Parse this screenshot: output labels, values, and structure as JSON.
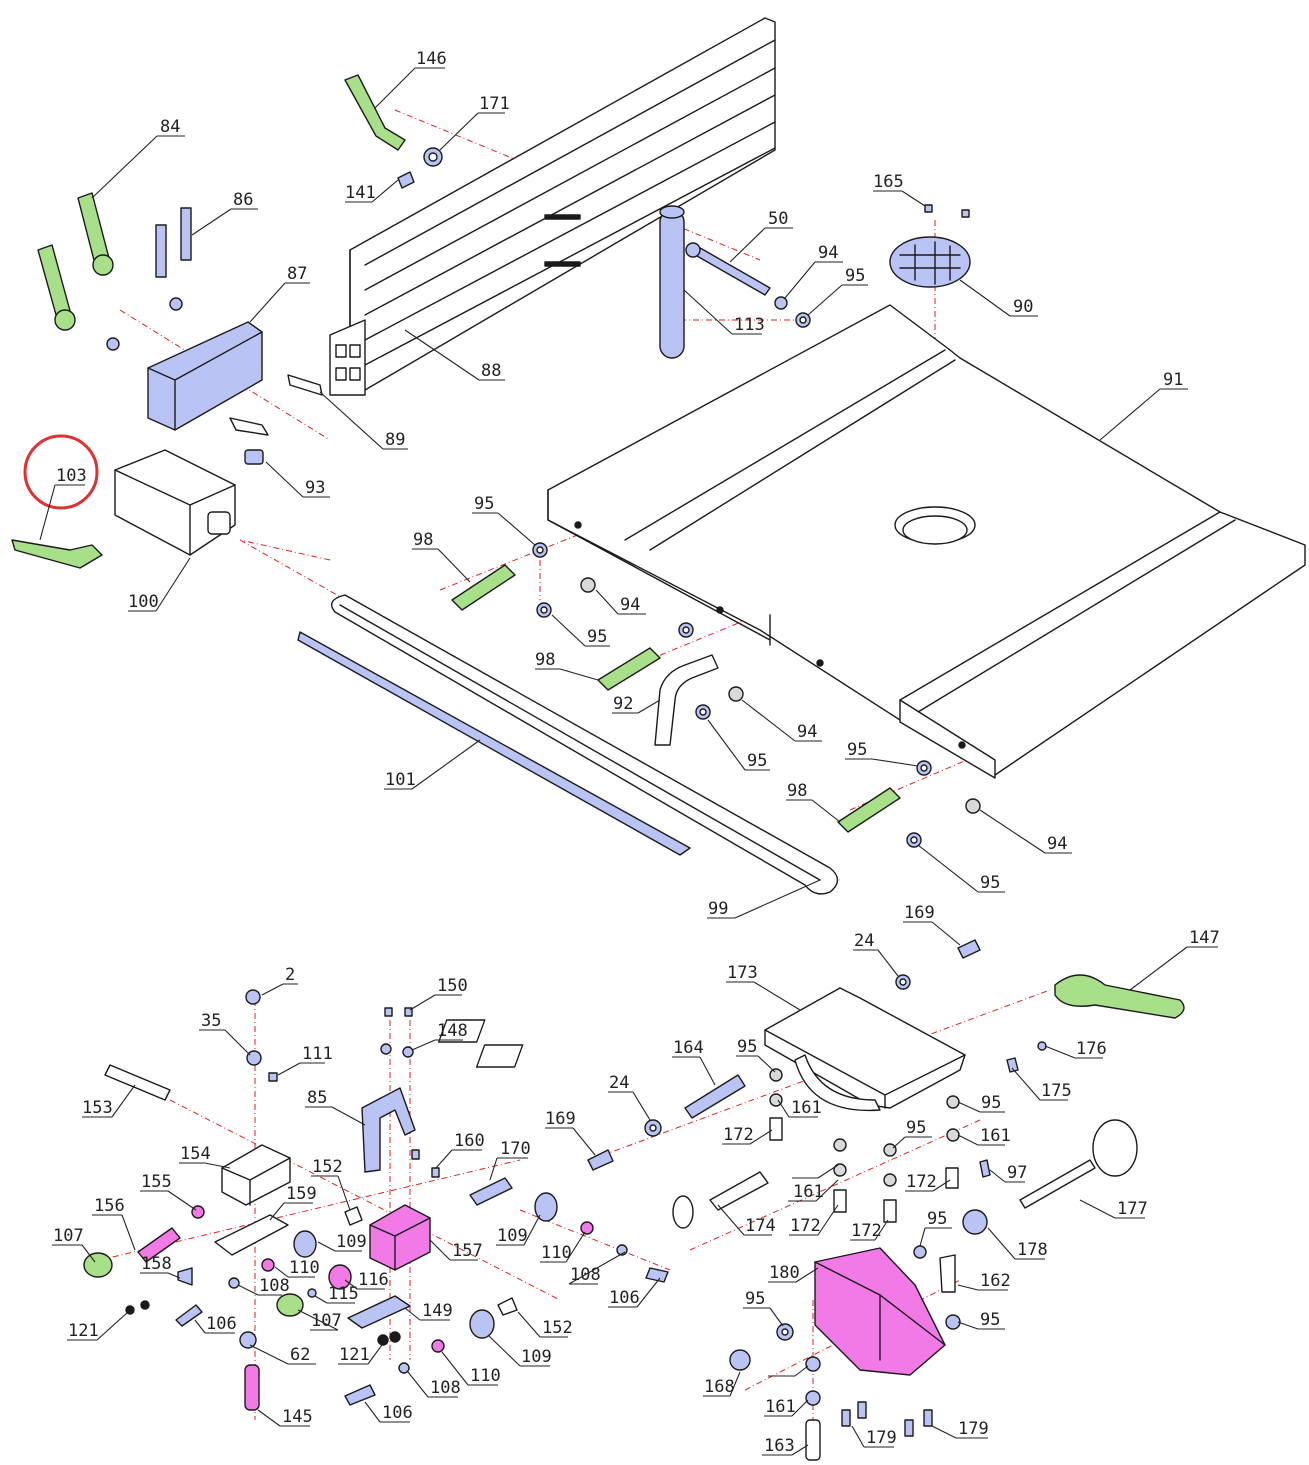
{
  "callouts": [
    "146",
    "171",
    "84",
    "141",
    "86",
    "50",
    "165",
    "94",
    "87",
    "95",
    "90",
    "113",
    "88",
    "91",
    "89",
    "103",
    "93",
    "95",
    "98",
    "100",
    "94",
    "95",
    "98",
    "92",
    "94",
    "95",
    "101",
    "95",
    "98",
    "94",
    "95",
    "99",
    "169",
    "24",
    "147",
    "2",
    "150",
    "173",
    "35",
    "148",
    "111",
    "164",
    "95",
    "176",
    "85",
    "175",
    "153",
    "24",
    "169",
    "161",
    "95",
    "172",
    "160",
    "161",
    "154",
    "152",
    "170",
    "95",
    "161",
    "97",
    "155",
    "172",
    "159",
    "172",
    "172",
    "177",
    "156",
    "109",
    "157",
    "109",
    "110",
    "174",
    "95",
    "107",
    "178",
    "158",
    "110",
    "116",
    "108",
    "162",
    "180",
    "115",
    "149",
    "108",
    "106",
    "107",
    "152",
    "95",
    "106",
    "95",
    "121",
    "62",
    "109",
    "110",
    "121",
    "108",
    "168",
    "106",
    "161",
    "145",
    "179",
    "179",
    "163"
  ],
  "highlight": {
    "label": "103",
    "color": "#e03030"
  },
  "palette": {
    "green": "#a8e08a",
    "blue": "#b9c4f5",
    "magenta": "#f27ae6",
    "centerline": "#d22222"
  }
}
